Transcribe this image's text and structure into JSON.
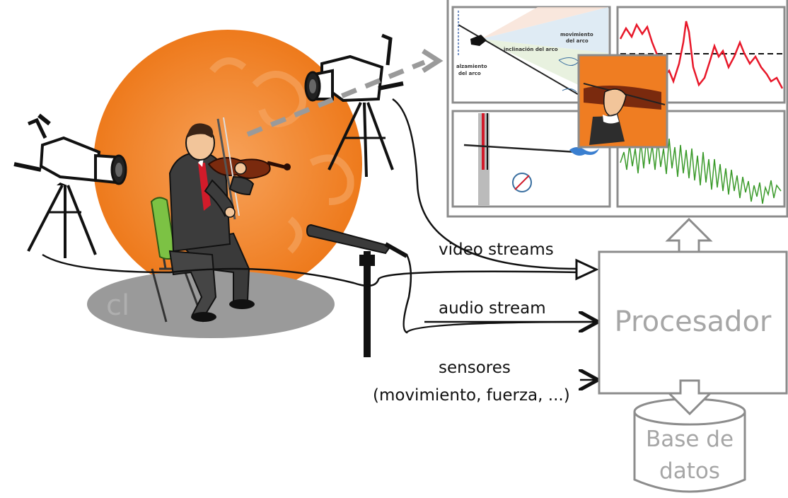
{
  "inputs": {
    "video": "video streams",
    "audio": "audio stream",
    "sensors_line1": "sensores",
    "sensors_line2": "(movimiento, fuerza, ...)"
  },
  "processor": {
    "label": "Procesador"
  },
  "database": {
    "line1": "Base de",
    "line2": "datos"
  },
  "analysis_panels": {
    "bow_geometry": {
      "movement": "movimiento",
      "movement2": "del arco",
      "inclination": "inclinación del arco",
      "displacement": "alzamiento",
      "displacement2": "del arco"
    }
  },
  "colors": {
    "orange": "#f07c1e",
    "gray_box": "#8c8c8c",
    "red_signal": "#e8182a",
    "green_signal": "#3a9a2a"
  }
}
